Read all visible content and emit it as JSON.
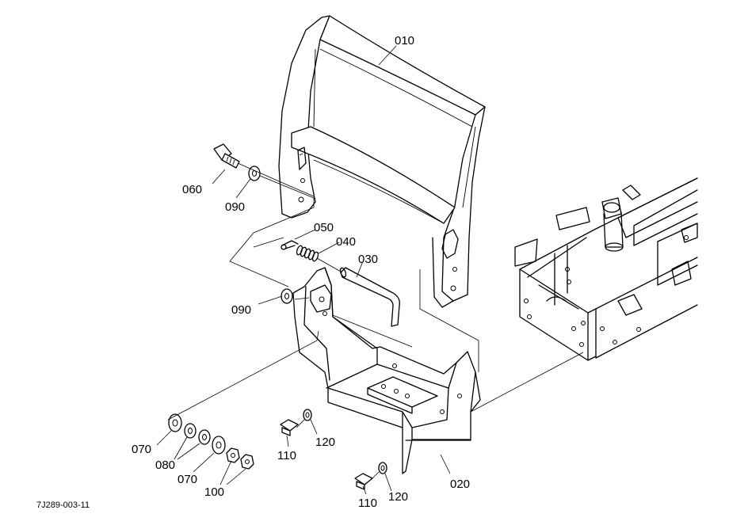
{
  "callouts": {
    "c010": "010",
    "c020": "020",
    "c030": "030",
    "c040": "040",
    "c050": "050",
    "c060": "060",
    "c070a": "070",
    "c070b": "070",
    "c080": "080",
    "c090a": "090",
    "c090b": "090",
    "c100": "100",
    "c110a": "110",
    "c110b": "110",
    "c120a": "120",
    "c120b": "120"
  },
  "figure_ref": "7J289-003-11"
}
